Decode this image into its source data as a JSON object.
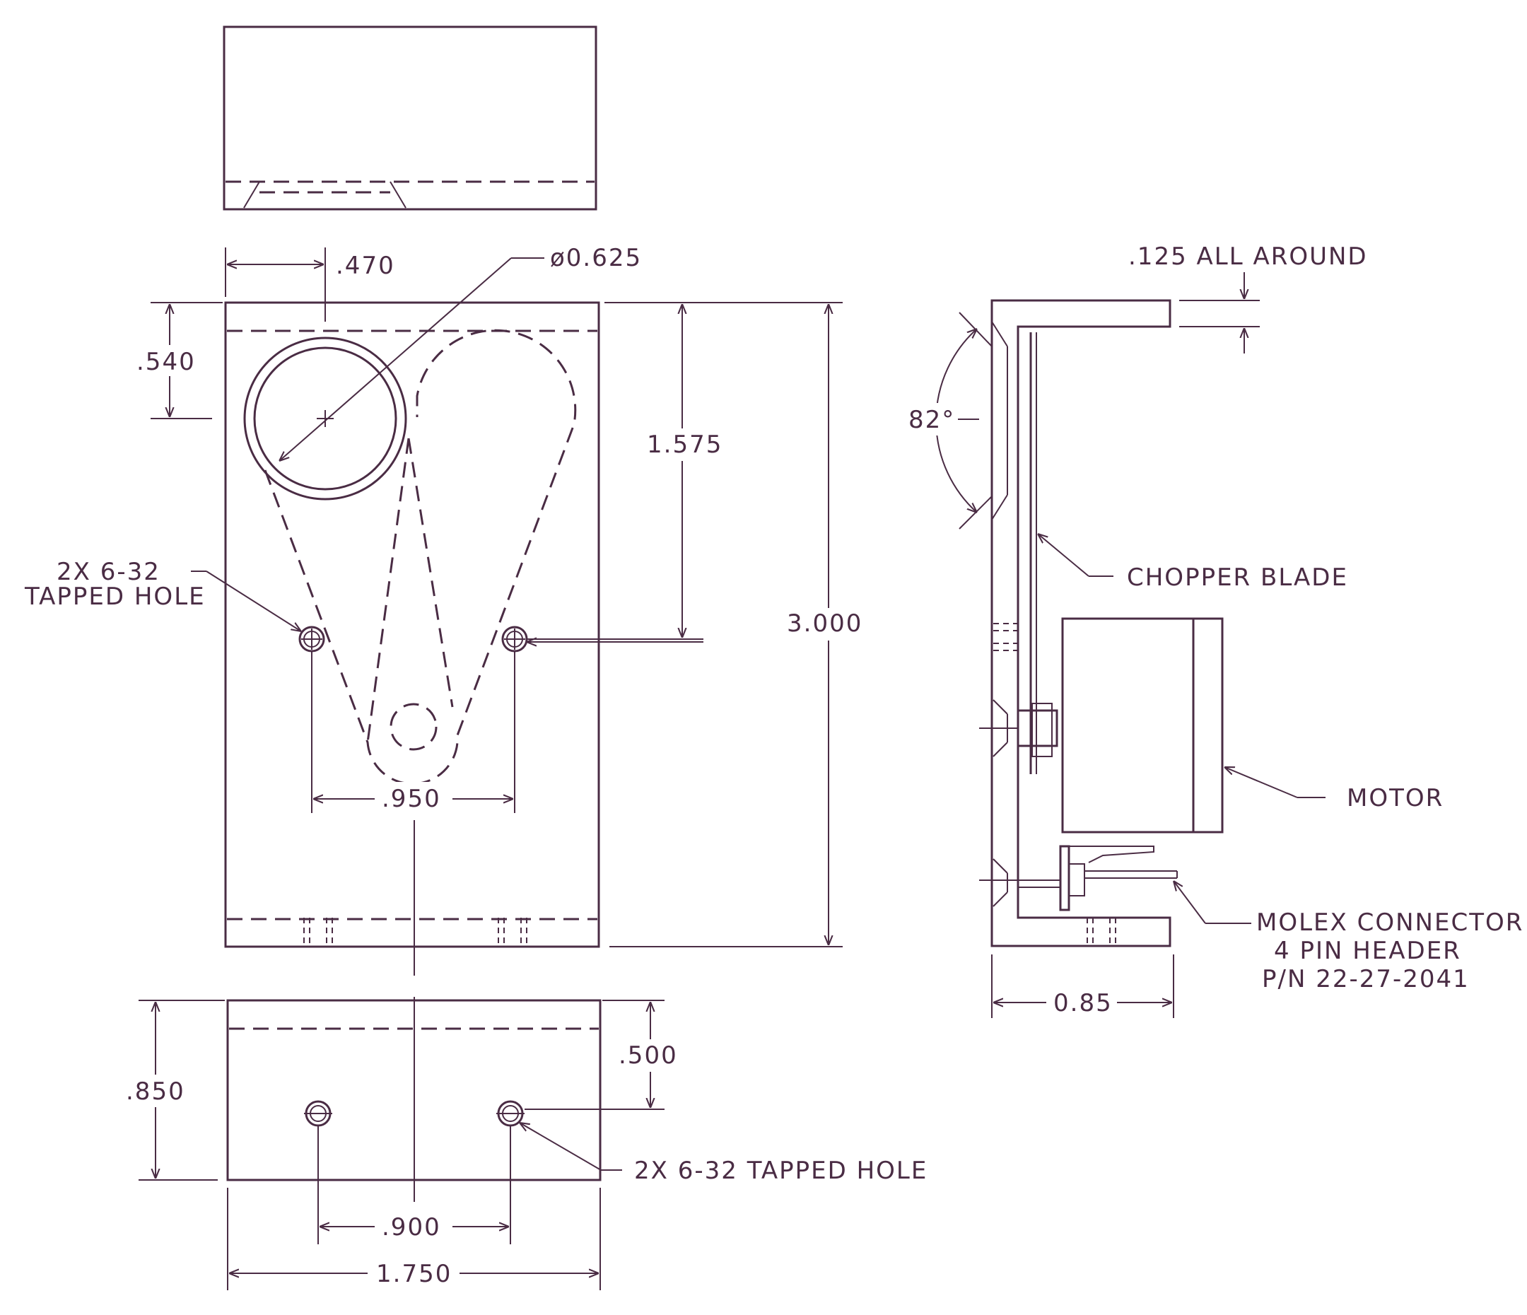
{
  "top_view": {},
  "front_view": {
    "dim_470": ".470",
    "dim_diameter": "ø0.625",
    "dim_540": ".540",
    "dim_1575": "1.575",
    "dim_3000": "3.000",
    "dim_950": ".950",
    "tapped_hole_line1": "2X 6-32",
    "tapped_hole_line2": "TAPPED HOLE"
  },
  "bottom_view": {
    "dim_850": ".850",
    "dim_500": ".500",
    "dim_900": ".900",
    "dim_1750": "1.750",
    "tapped_hole": "2X 6-32 TAPPED HOLE"
  },
  "side_view": {
    "dim_125": ".125 ALL AROUND",
    "angle": "82°",
    "chopper_blade": "CHOPPER BLADE",
    "motor": "MOTOR",
    "molex_line1": "MOLEX CONNECTOR",
    "molex_line2": "4 PIN HEADER",
    "molex_line3": "P/N 22-27-2041",
    "dim_085": "0.85"
  }
}
